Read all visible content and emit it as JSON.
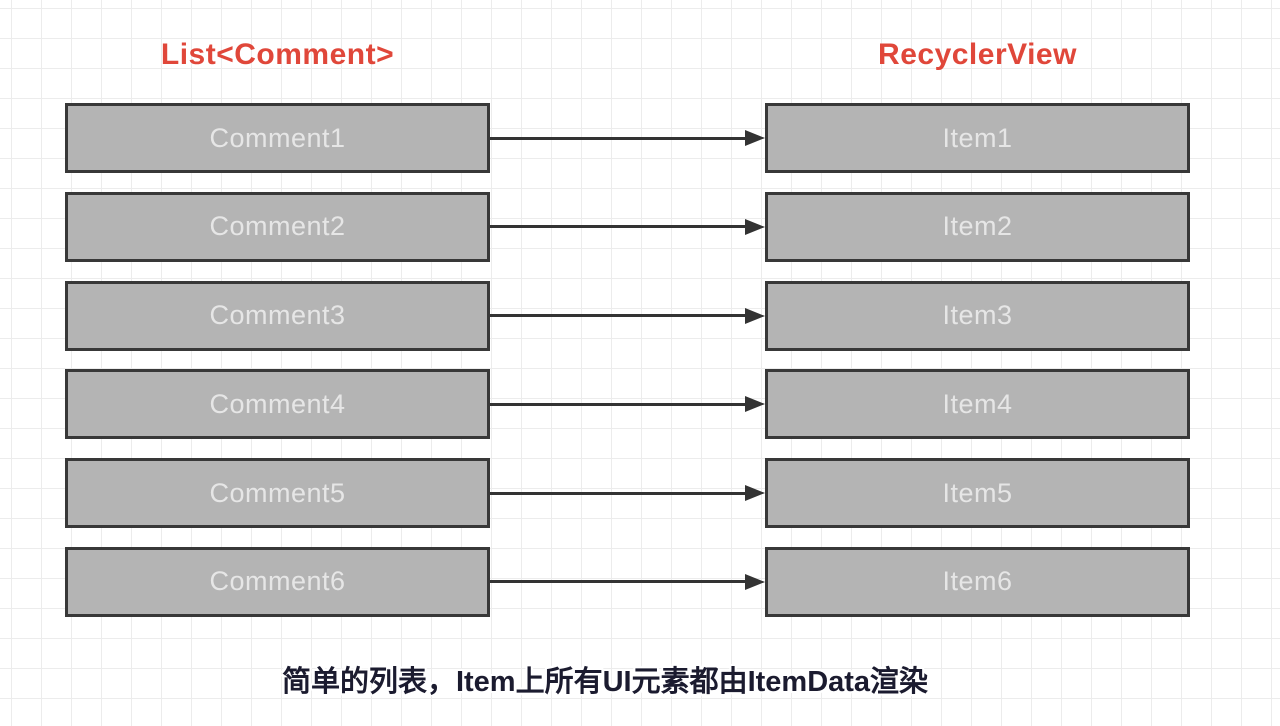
{
  "titles": {
    "left": "List<Comment>",
    "right": "RecyclerView"
  },
  "rows": [
    {
      "left": "Comment1",
      "right": "Item1"
    },
    {
      "left": "Comment2",
      "right": "Item2"
    },
    {
      "left": "Comment3",
      "right": "Item3"
    },
    {
      "left": "Comment4",
      "right": "Item4"
    },
    {
      "left": "Comment5",
      "right": "Item5"
    },
    {
      "left": "Comment6",
      "right": "Item6"
    }
  ],
  "caption": {
    "text": "简单的列表，Item上所有UI元素都由ItemData渲染"
  },
  "colors": {
    "title_red": "#e0473a",
    "box_fill": "#b4b4b4",
    "box_border": "#383838",
    "box_text": "#e6e6e6",
    "arrow": "#333333",
    "grid_line": "#ececec",
    "caption_text": "#1b1b2f",
    "caption_outline": "#ffffff",
    "background": "#ffffff"
  }
}
